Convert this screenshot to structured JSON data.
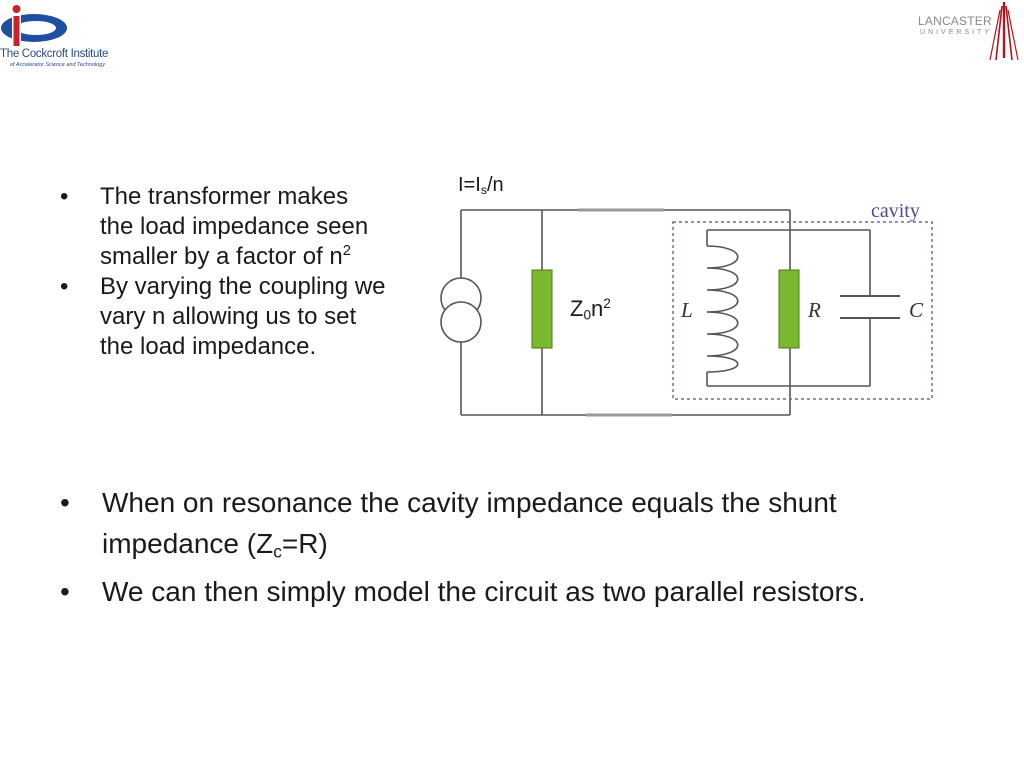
{
  "logos": {
    "left": {
      "name": "The Cockcroft Institute",
      "subtitle": "of Accelerator Science and Technology"
    },
    "right": {
      "name": "LANCASTER",
      "subtitle": "UNIVERSITY"
    }
  },
  "bullets_top": [
    {
      "text": "The transformer makes the load impedance seen smaller by a factor of n",
      "sup": "2"
    },
    {
      "text": "By varying the coupling we vary n allowing us to set the load impedance."
    }
  ],
  "bullets_bottom": [
    {
      "before": "When on resonance the cavity impedance equals the shunt impedance (Z",
      "sub": "c",
      "after": "=R)"
    },
    {
      "text": "We can then simply model the circuit as two parallel resistors."
    }
  ],
  "circuit": {
    "current_label": {
      "before": "I=I",
      "sub": "s",
      "after": "/n"
    },
    "load_label": {
      "before": "Z",
      "sub": "0",
      "mid": "n",
      "sup": "2"
    },
    "cavity_label": "cavity",
    "inductor_label": "L",
    "resistor_label": "R",
    "capacitor_label": "C"
  },
  "colors": {
    "resistor_fill": "#7cb82f",
    "cavity_box": "#6a6ab0",
    "cockcroft_blue": "#1f4fa0",
    "cockcroft_red": "#c8232c",
    "lancaster_red": "#b5121b"
  }
}
